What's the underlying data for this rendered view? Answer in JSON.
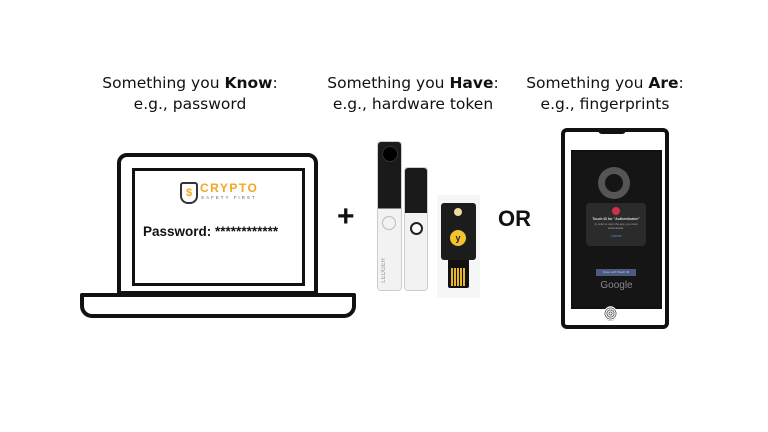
{
  "factors": [
    {
      "prefix": "Something you ",
      "keyword": "Know",
      "suffix": ":",
      "example": "e.g., password"
    },
    {
      "prefix": "Something you ",
      "keyword": "Have",
      "suffix": ":",
      "example": "e.g., hardware token"
    },
    {
      "prefix": "Something you ",
      "keyword": "Are",
      "suffix": ":",
      "example": "e.g., fingerprints"
    }
  ],
  "laptop": {
    "logo_name": "CRYPTO",
    "logo_tagline": "SAFETY FIRST",
    "password_label": "Password:",
    "password_value": "************"
  },
  "plus": "+",
  "or": "OR",
  "ledger_brand": "LEDGER",
  "phone": {
    "dialog_title": "Touch ID for \"Authenticator\"",
    "dialog_body": "In order to open the app, you must authenticate.",
    "cancel": "Cancel",
    "open_button": "Open with Touch ID",
    "brand": "Google"
  },
  "colors": {
    "logo_orange": "#f5a623",
    "yubikey_gold": "#f2c230"
  }
}
